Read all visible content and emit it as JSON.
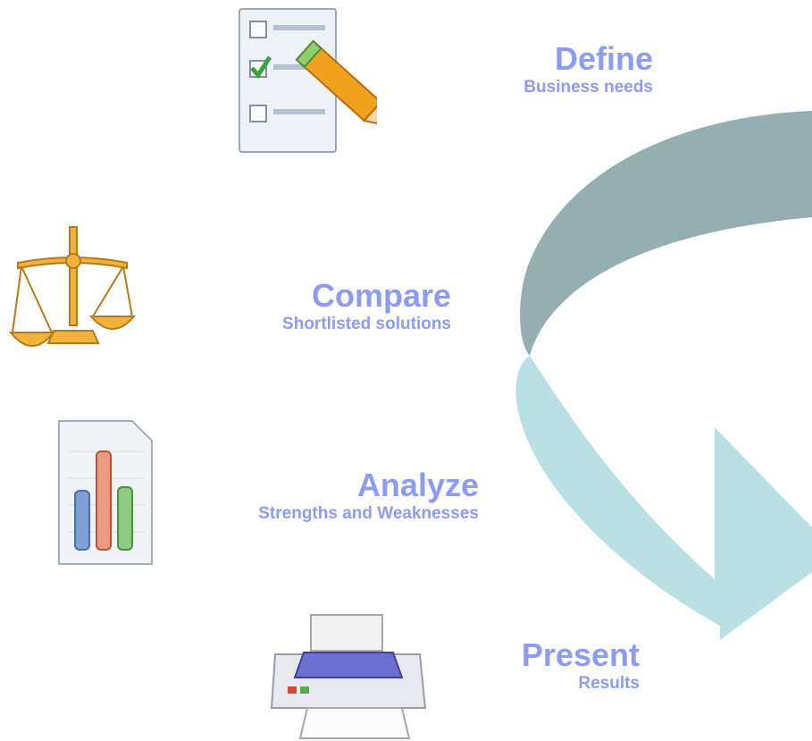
{
  "colors": {
    "text": "#8c9cf2",
    "arrow_top": "#95aeb1",
    "arrow_bottom": "#b9e0e3"
  },
  "steps": [
    {
      "title": "Define",
      "subtitle": "Business needs",
      "icon": "checklist-icon"
    },
    {
      "title": "Compare",
      "subtitle": "Shortlisted solutions",
      "icon": "scales-icon"
    },
    {
      "title": "Analyze",
      "subtitle": "Strengths and Weaknesses",
      "icon": "bar-chart-icon"
    },
    {
      "title": "Present",
      "subtitle": "Results",
      "icon": "printer-icon"
    }
  ]
}
